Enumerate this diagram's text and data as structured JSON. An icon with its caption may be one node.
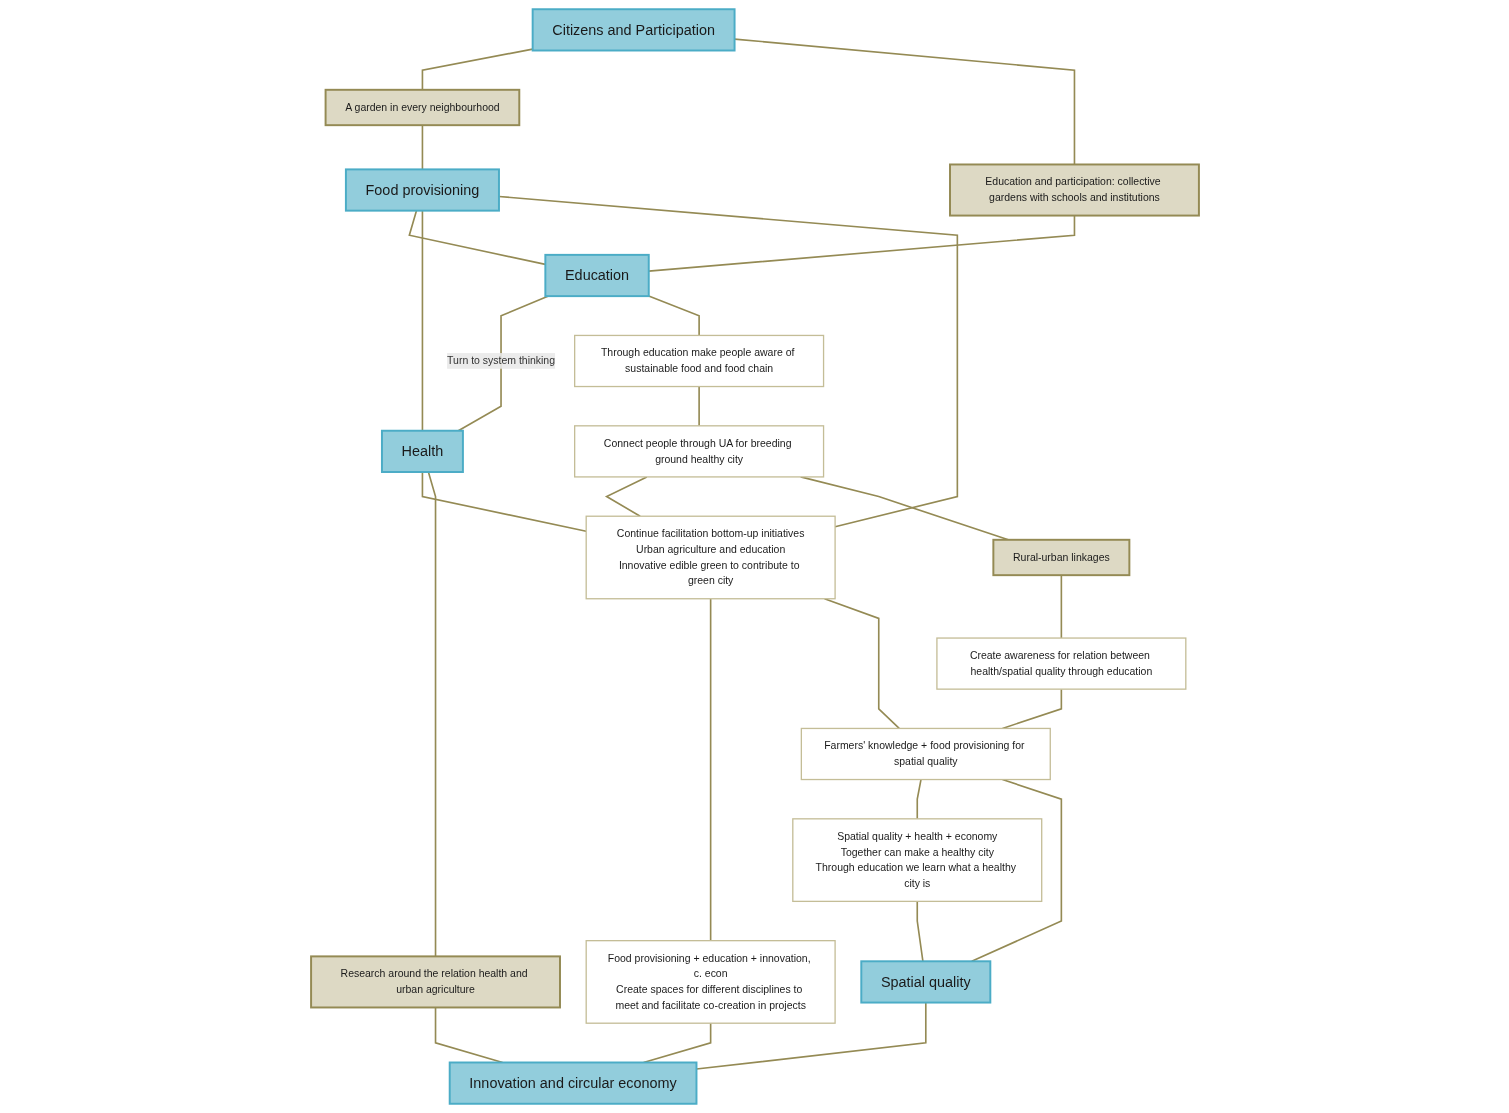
{
  "diagram": {
    "nodes": [
      {
        "text": [
          "Citizens and Participation"
        ]
      },
      {
        "text": [
          "A garden in every neighbourhood"
        ]
      },
      {
        "text": [
          "Food provisioning"
        ]
      },
      {
        "text": [
          "Education and participation: collective gardens with schools and institutions"
        ]
      },
      {
        "text": [
          "Education"
        ]
      },
      {
        "text": [
          "Health"
        ]
      },
      {
        "text": [
          "Through education make people aware of sustainable food and food chain"
        ]
      },
      {
        "text": [
          "Connect people through UA for breeding ground healthy city"
        ]
      },
      {
        "text": [
          "Continue facilitation bottom-up initiatives",
          "Urban agriculture and education",
          "Innovative edible green to contribute to green city"
        ]
      },
      {
        "text": [
          "Research around the relation health and urban agriculture"
        ]
      },
      {
        "text": [
          "Rural-urban linkages"
        ]
      },
      {
        "text": [
          "Create awareness for relation between health/spatial quality through education"
        ]
      },
      {
        "text": [
          "Food provisioning + education + innovation, c. econ",
          "Create spaces for different disciplines to meet and facilitate co-creation in projects"
        ]
      },
      {
        "text": [
          "Farmers' knowledge + food provisioning for spatial quality"
        ]
      },
      {
        "text": [
          "Spatial quality + health + economy",
          "Together can make a healthy city",
          "Through education we learn what a healthy city is"
        ]
      },
      {
        "text": [
          "Spatial quality"
        ]
      },
      {
        "text": [
          "Innovation and circular economy"
        ]
      }
    ],
    "edges": [
      {
        "from": 0,
        "to": 1,
        "arrow": "none"
      },
      {
        "from": 1,
        "to": 2,
        "arrow": "none"
      },
      {
        "from": 0,
        "to": 3,
        "arrow": "none"
      },
      {
        "from": 3,
        "to": 4,
        "arrow": "none"
      },
      {
        "from": 2,
        "to": 4,
        "arrow": "none"
      },
      {
        "from": 2,
        "to": 5,
        "arrow": "none"
      },
      {
        "from": 2,
        "to": 8,
        "arrow": "none"
      },
      {
        "from": 4,
        "to": 5,
        "arrow": "none",
        "label": "Turn to system thinking"
      },
      {
        "from": 4,
        "to": 6,
        "arrow": "none"
      },
      {
        "from": 6,
        "to": 7,
        "arrow": "none"
      },
      {
        "from": 7,
        "to": 8,
        "arrow": "none"
      },
      {
        "from": 5,
        "to": 8,
        "arrow": "none"
      },
      {
        "from": 5,
        "to": 9,
        "arrow": "none"
      },
      {
        "from": 7,
        "to": 10,
        "arrow": "none"
      },
      {
        "from": 10,
        "to": 11,
        "arrow": "none"
      },
      {
        "from": 11,
        "to": 13,
        "arrow": "none"
      },
      {
        "from": 8,
        "to": 12,
        "arrow": "none"
      },
      {
        "from": 8,
        "to": 13,
        "arrow": "none"
      },
      {
        "from": 13,
        "to": 14,
        "arrow": "none"
      },
      {
        "from": 13,
        "to": 15,
        "arrow": "none"
      },
      {
        "from": 14,
        "to": 15,
        "arrow": "none"
      },
      {
        "from": 12,
        "to": 16,
        "arrow": "none"
      },
      {
        "from": 9,
        "to": 16,
        "arrow": "none"
      },
      {
        "from": 15,
        "to": 16,
        "arrow": "none"
      }
    ]
  }
}
